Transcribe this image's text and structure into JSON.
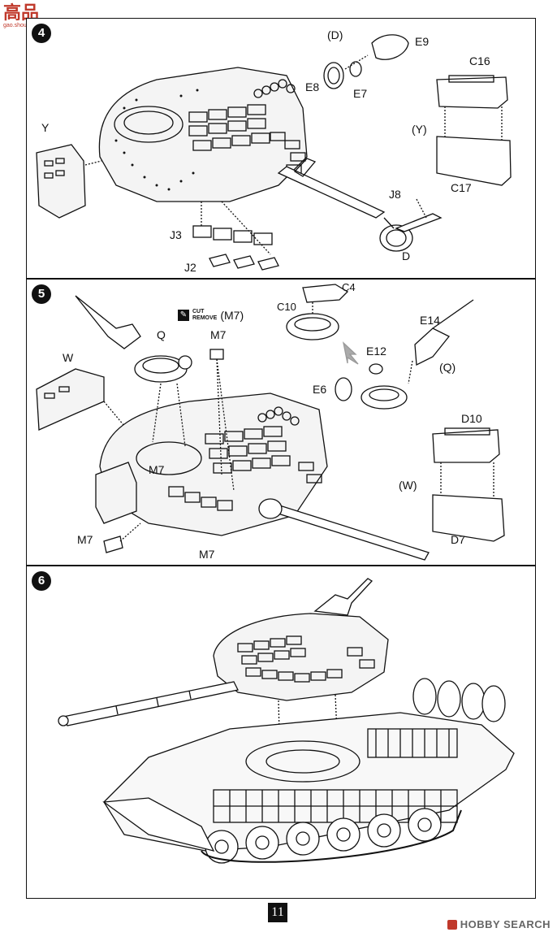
{
  "watermark_top": {
    "line1": "高品",
    "line2": "gao.shou.com"
  },
  "steps": [
    {
      "number": "4",
      "labels": {
        "d_group": "(D)",
        "e9": "E9",
        "e8": "E8",
        "e7": "E7",
        "c16": "C16",
        "y_group": "(Y)",
        "c17": "C17",
        "y": "Y",
        "j8": "J8",
        "j3": "J3",
        "j2": "J2",
        "d": "D"
      }
    },
    {
      "number": "5",
      "labels": {
        "c4": "C4",
        "c10": "C10",
        "q": "Q",
        "m7_a": "M7",
        "m7_note": "(M7)",
        "e14": "E14",
        "e12": "E12",
        "q_group": "(Q)",
        "e6": "E6",
        "w": "W",
        "m7_b": "M7",
        "d10": "D10",
        "w_group": "(W)",
        "d7": "D7",
        "m7_c": "M7",
        "m7_d": "M7"
      },
      "cut_note": {
        "line1": "CUT",
        "line2": "REMOVE"
      }
    },
    {
      "number": "6"
    }
  ],
  "page_number": "11",
  "footer": {
    "brand": "HOBBY SEARCH"
  }
}
